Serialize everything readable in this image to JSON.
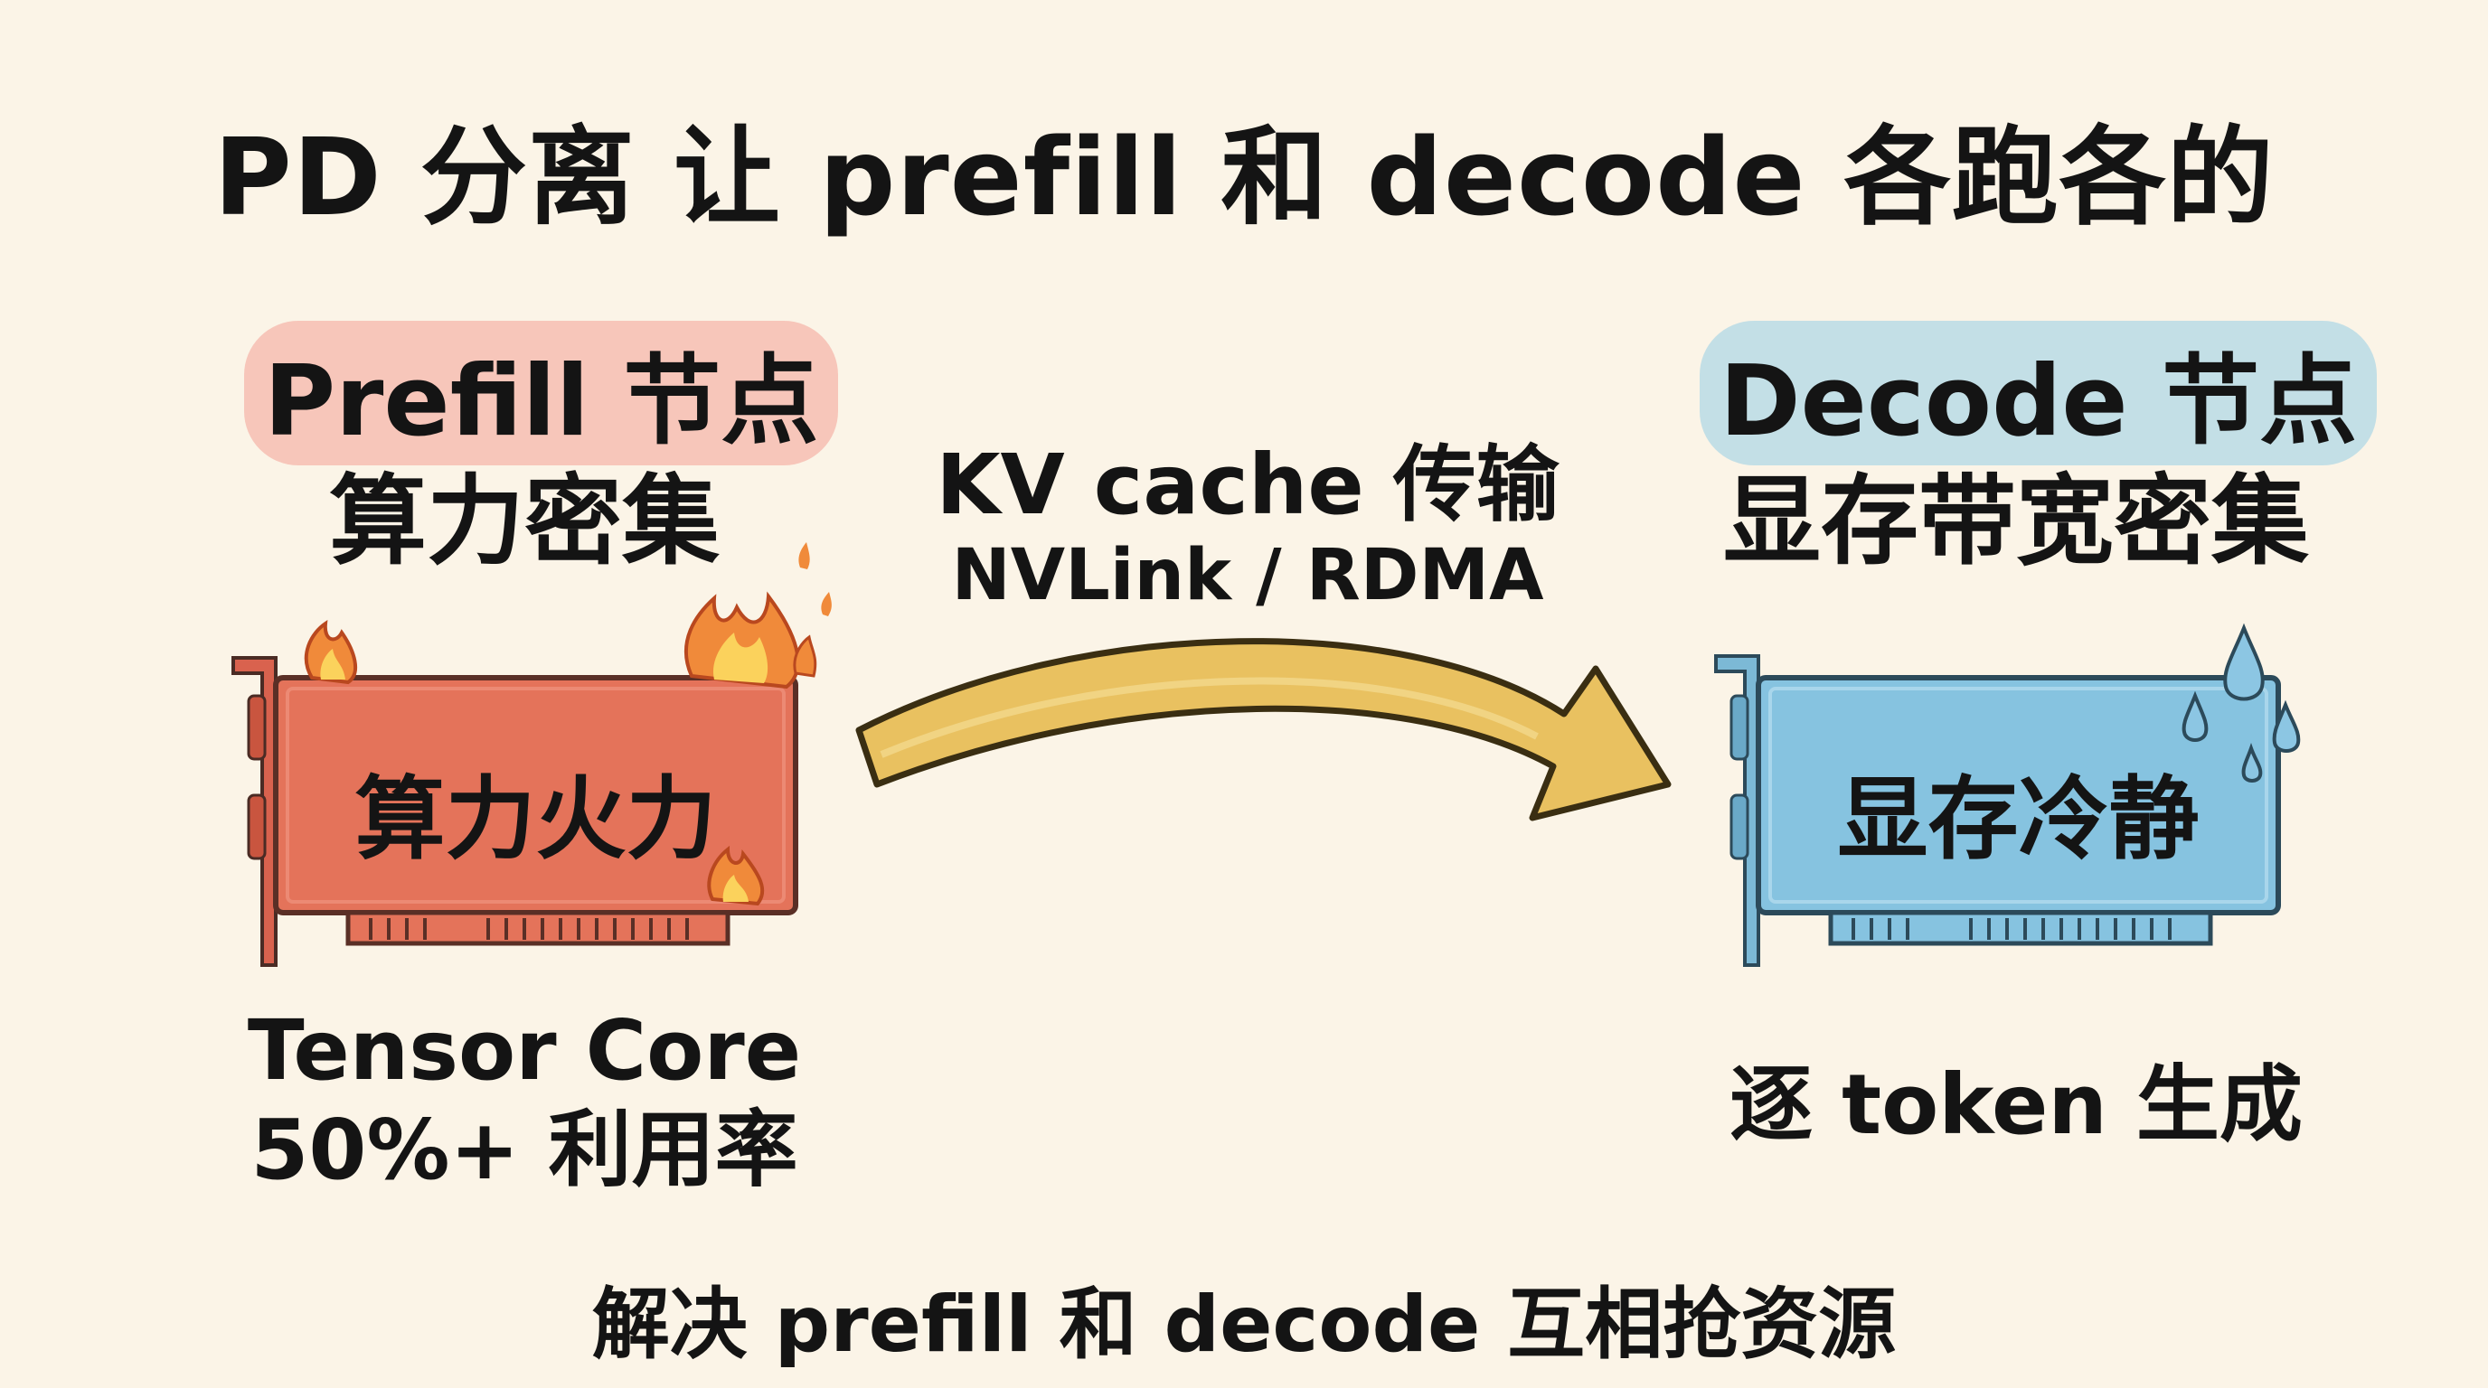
{
  "title": "PD 分离 让 prefill 和 decode 各跑各的",
  "prefill": {
    "heading": "Prefill 节点",
    "subtitle": "算力密集",
    "card_label": "算力火力",
    "caption_line1": "Tensor Core",
    "caption_line2": "50%+ 利用率",
    "color": "#e4735a",
    "highlight": "#f4a096"
  },
  "transfer": {
    "label": "KV cache 传输",
    "via": "NVLink / RDMA",
    "arrow_color": "#e9c160"
  },
  "decode": {
    "heading": "Decode 节点",
    "subtitle": "显存带宽密集",
    "card_label": "显存冷静",
    "caption": "逐 token 生成",
    "color": "#86c3e0",
    "highlight": "#96cde6"
  },
  "footer": "解决 prefill 和 decode 互相抢资源"
}
